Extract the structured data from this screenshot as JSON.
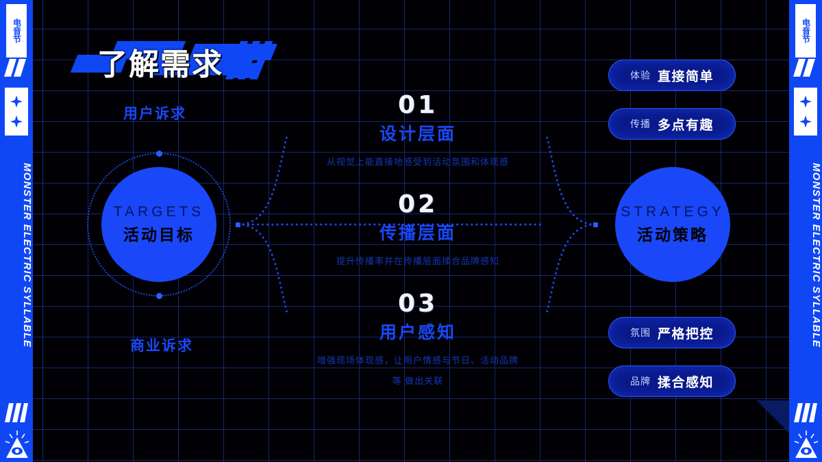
{
  "theme": {
    "background": "#010105",
    "grid_color": "#2846c8",
    "accent_blue": "#1a47f7",
    "rail_blue": "#1047f5",
    "pill_bg": "#0a1a8a",
    "pill_border": "#2a55ff",
    "text_white": "#ffffff"
  },
  "header": {
    "title": "了解需求"
  },
  "rails": {
    "vertical_label": "MONSTER ELECTRIC SYLLABLE",
    "cn_badge": "电音节",
    "diamond_icon": "diamond-icon",
    "eye_icon": "eye-icon",
    "slash_icon": "slash-icon"
  },
  "circles": [
    {
      "id": "targets",
      "en": "TARGETS",
      "cn": "活动目标"
    },
    {
      "id": "strategy",
      "en": "STRATEGY",
      "cn": "活动策略"
    }
  ],
  "side_captions": {
    "user": "用户诉求",
    "business": "商业诉求"
  },
  "items": [
    {
      "num": "01",
      "title": "设计层面",
      "desc": "从视觉上能直接地感受到活动氛围和体现感"
    },
    {
      "num": "02",
      "title": "传播层面",
      "desc": "提升传播率并在传播层面揉合品牌感知"
    },
    {
      "num": "03",
      "title": "用户感知",
      "desc": "增强现场体现感，让用户情感与节日、活动品牌\n等 做出关联"
    }
  ],
  "pills": [
    {
      "label": "体验",
      "value": "直接简单"
    },
    {
      "label": "传播",
      "value": "多点有趣"
    },
    {
      "label": "氛围",
      "value": "严格把控"
    },
    {
      "label": "品牌",
      "value": "揉合感知"
    }
  ]
}
